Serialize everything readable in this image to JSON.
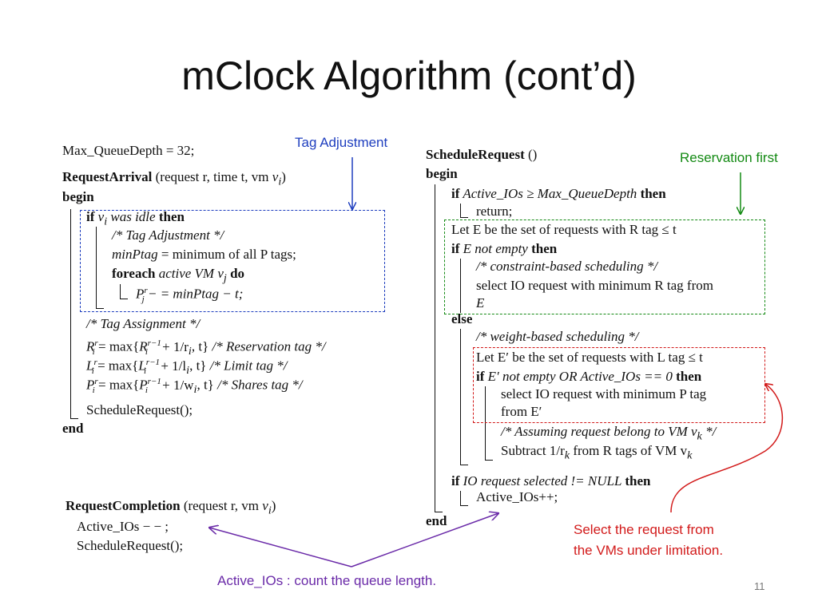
{
  "slide": {
    "title": "mClock Algorithm (cont’d)",
    "page_number": "11"
  },
  "annotations": {
    "tag_adjustment": "Tag Adjustment",
    "reservation_first": "Reservation first",
    "select_request_line1": "Select the request from",
    "select_request_line2": "the VMs under  limitation.",
    "active_ios": "Active_IOs : count the queue length.",
    "colors": {
      "blue": "#1f3fbf",
      "green": "#138a13",
      "red": "#d21a1a",
      "purple": "#6a2aa8"
    }
  },
  "left_code": {
    "max_queue": "Max_QueueDepth = 32;",
    "req_arrival_name": "RequestArrival",
    "req_arrival_args": " (request r, time t, vm ",
    "vi": "v",
    "sub_i": "i",
    "close_paren": ")",
    "begin": "begin",
    "kw_if": "if",
    "was_idle": " was idle ",
    "kw_then": "then",
    "c_tag_adj": "/* Tag Adjustment */",
    "minptag": "minPtag",
    "minptag_rest": " = minimum of all P tags;",
    "kw_foreach": "foreach",
    "active_vm": " active VM ",
    "vj": "v",
    "sub_j": "j",
    "kw_do": " do",
    "p_var": "P",
    "sup_r": "r",
    "p_update": " − = minPtag − t;",
    "c_tag_assign": "/* Tag Assignment */",
    "r_var": "R",
    "l_var": "L",
    "eq_max": " = max{",
    "sup_r1": "r−1",
    "r_rest": " + 1/r",
    "l_rest": " + 1/l",
    "p_rest": " + 1/w",
    "t_close": ", t}",
    "c_res": " /* Reservation tag */",
    "c_lim": "  /* Limit tag */",
    "c_shares": " /* Shares tag */",
    "schedule_call": "ScheduleRequest();",
    "end": "end"
  },
  "completion_code": {
    "name": "RequestCompletion",
    "args": " (request r, vm ",
    "active_dec": "Active_IOs − − ;",
    "schedule_call": "ScheduleRequest();"
  },
  "right_code": {
    "name": "ScheduleRequest",
    "parens": " ()",
    "begin": "begin",
    "kw_if": "if",
    "active_ios": " Active_IOs ≥ Max_QueueDepth ",
    "kw_then": "then",
    "return": "return;",
    "let_e": "Let E be the set of requests with R tag ≤ t",
    "e_not_empty": " E not empty ",
    "c_constraint": "/* constraint-based scheduling */",
    "select_r": "select IO request with minimum R tag from",
    "e_var": "E",
    "else": "else",
    "c_weight": "/* weight-based scheduling */",
    "let_e2": "Let E′ be the set of requests with L tag ≤ t",
    "e2_cond": " E′ not empty OR Active_IOs == 0 ",
    "select_p": "select IO request with minimum P tag",
    "from_e2": "from E′",
    "c_assuming": "/* Assuming request belong to VM v",
    "sub_k": "k",
    "c_end": " */",
    "subtract": "Subtract 1/r",
    "subtract_rest": " from R tags of VM v",
    "if_selected": " IO request selected != NULL ",
    "active_inc": "Active_IOs++;",
    "end": "end"
  }
}
